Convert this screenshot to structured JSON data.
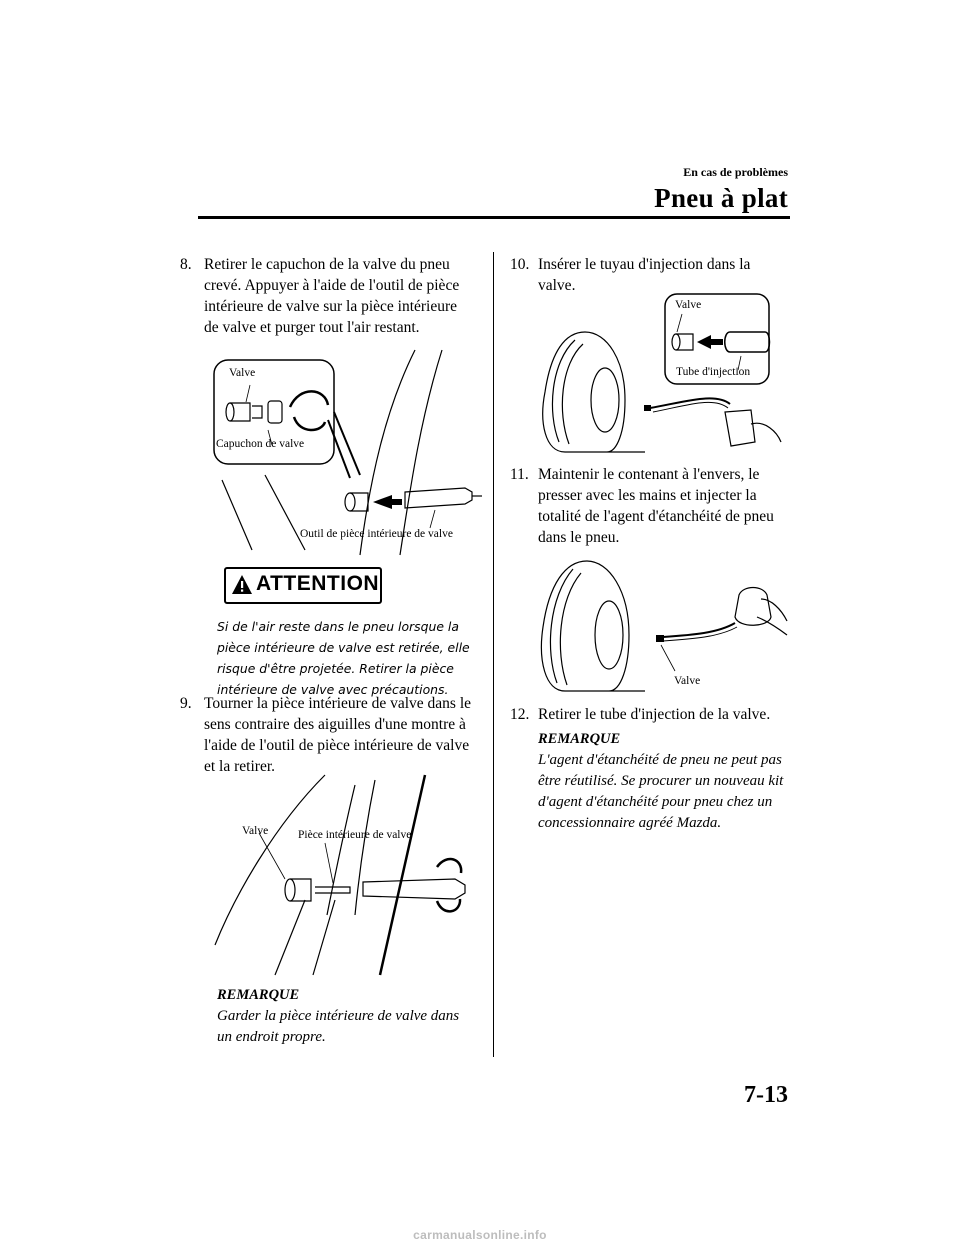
{
  "header": {
    "section": "En cas de problèmes",
    "chapter": "Pneu à plat"
  },
  "steps": {
    "s8": {
      "num": "8.",
      "text": "Retirer le capuchon de la valve du pneu crevé. Appuyer à l'aide de l'outil de pièce intérieure de valve sur la pièce intérieure de valve et purger tout l'air restant."
    },
    "s9": {
      "num": "9.",
      "text": "Tourner la pièce intérieure de valve dans le sens contraire des aiguilles d'une montre à l'aide de l'outil de pièce intérieure de valve et la retirer."
    },
    "s10": {
      "num": "10.",
      "text": "Insérer le tuyau d'injection dans la valve."
    },
    "s11": {
      "num": "11.",
      "text": "Maintenir le contenant à l'envers, le presser avec les mains et injecter la totalité de l'agent d'étanchéité de pneu dans le pneu."
    },
    "s12": {
      "num": "12.",
      "text": "Retirer le tube d'injection de la valve."
    }
  },
  "fig1": {
    "valve": "Valve",
    "cap": "Capuchon de valve",
    "tool": "Outil de pièce intérieure de valve"
  },
  "fig2": {
    "valve": "Valve",
    "core": "Pièce intérieure de valve"
  },
  "fig3": {
    "valve": "Valve",
    "tube": "Tube d'injection"
  },
  "fig4": {
    "valve": "Valve"
  },
  "attention": {
    "title": "ATTENTION",
    "text": "Si de l'air reste dans le pneu lorsque la pièce intérieure de valve est retirée, elle risque d'être projetée. Retirer la pièce intérieure de valve avec précautions."
  },
  "note1": {
    "title": "REMARQUE",
    "text": "Garder la pièce intérieure de valve dans un endroit propre."
  },
  "note2": {
    "title": "REMARQUE",
    "text": "L'agent d'étanchéité de pneu ne peut pas être réutilisé. Se procurer un nouveau kit d'agent d'étanchéité pour pneu chez un concessionnaire agréé Mazda."
  },
  "page_number": "7-13",
  "footer": "carmanualsonline.info"
}
